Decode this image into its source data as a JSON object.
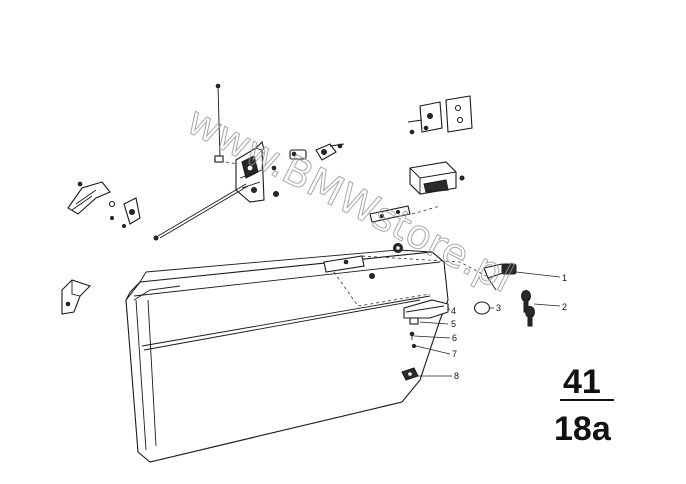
{
  "diagram": {
    "watermark": "www.BMWstore.pl",
    "group_main": "41",
    "group_sub": "18a",
    "callouts": [
      "1",
      "2",
      "3",
      "4",
      "5",
      "6",
      "7",
      "8"
    ]
  }
}
